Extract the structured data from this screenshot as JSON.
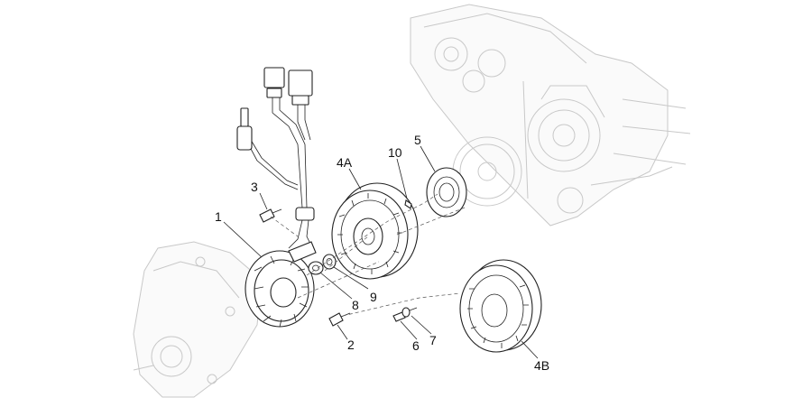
{
  "labels": {
    "p1": "1",
    "p2": "2",
    "p3": "3",
    "p4a": "4A",
    "p4b": "4B",
    "p5": "5",
    "p6": "6",
    "p7": "7",
    "p8": "8",
    "p9": "9",
    "p10": "10"
  },
  "colors": {
    "line": "#222222",
    "ghost": "#c8c8c8",
    "background": "#ffffff"
  }
}
